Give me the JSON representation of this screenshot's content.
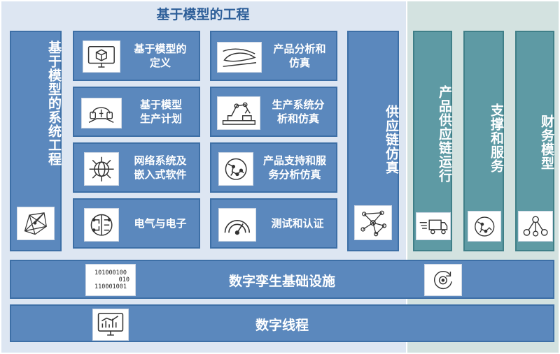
{
  "heading": "基于模型的工程",
  "left_column": {
    "label": "基于模型的系统工程",
    "icon": "network-mesh-icon"
  },
  "cells": [
    {
      "label_lines": [
        "基于模型的",
        "定义"
      ],
      "icon": "monitor-cube-icon"
    },
    {
      "label_lines": [
        "产品分析和",
        "仿真"
      ],
      "icon": "airfoil-flow-icon"
    },
    {
      "label_lines": [
        "基于模型",
        "生产计划"
      ],
      "icon": "headset-plan-icon"
    },
    {
      "label_lines": [
        "生产系统分",
        "析和仿真"
      ],
      "icon": "robot-arm-icon"
    },
    {
      "label_lines": [
        "网络系统及",
        "嵌入式软件"
      ],
      "icon": "globe-network-icon"
    },
    {
      "label_lines": [
        "产品支持和服",
        "务分析仿真"
      ],
      "icon": "globe-service-icon"
    },
    {
      "label_lines": [
        "电气与电子"
      ],
      "icon": "circuit-chip-icon"
    },
    {
      "label_lines": [
        "测试和认证"
      ],
      "icon": "gauge-icon"
    }
  ],
  "supply_chain_sim": {
    "label": "供应链仿真",
    "icon": "network-nodes-icon"
  },
  "right_columns": [
    {
      "label": "产品供应链运行",
      "icon": "delivery-truck-icon"
    },
    {
      "label": "支撑和服务",
      "icon": "globe-support-icon"
    },
    {
      "label": "财务模型",
      "icon": "org-chart-icon"
    }
  ],
  "infra_bar": {
    "label": "数字孪生基础设施",
    "binary_lines": [
      "101000100",
      "010",
      "110001001"
    ],
    "icon": "loop-target-icon"
  },
  "thread_bar": {
    "label": "数字线程",
    "icon": "dashboard-monitor-icon"
  }
}
